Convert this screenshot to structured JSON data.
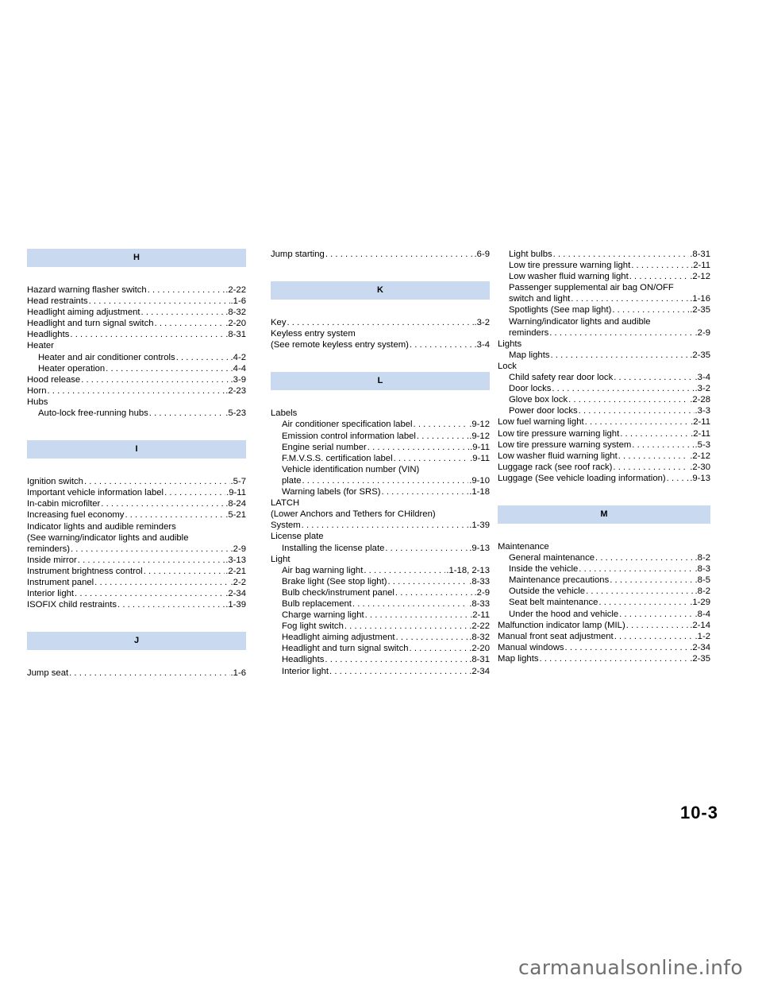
{
  "page_number": "10-3",
  "watermark": "carmanualsonline.info",
  "columns": [
    [
      {
        "type": "letter",
        "text": "H"
      },
      {
        "type": "entry",
        "text": "Hazard warning flasher switch",
        "page": ".2-22"
      },
      {
        "type": "entry",
        "text": "Head restraints",
        "page": ".1-6"
      },
      {
        "type": "entry",
        "text": "Headlight aiming adjustment",
        "page": ".8-32"
      },
      {
        "type": "entry",
        "text": "Headlight and turn signal switch",
        "page": ".2-20"
      },
      {
        "type": "entry",
        "text": "Headlights",
        "page": ".8-31"
      },
      {
        "type": "cont",
        "text": "Heater"
      },
      {
        "type": "entry",
        "text": "Heater and air conditioner controls",
        "page": ".4-2",
        "sub": true
      },
      {
        "type": "entry",
        "text": "Heater operation",
        "page": ".4-4",
        "sub": true
      },
      {
        "type": "entry",
        "text": "Hood release",
        "page": ".3-9"
      },
      {
        "type": "entry",
        "text": "Horn",
        "page": ".2-23"
      },
      {
        "type": "cont",
        "text": "Hubs"
      },
      {
        "type": "entry",
        "text": "Auto-lock free-running hubs",
        "page": ".5-23",
        "sub": true
      },
      {
        "type": "letter",
        "text": "I"
      },
      {
        "type": "entry",
        "text": "Ignition switch",
        "page": ".5-7"
      },
      {
        "type": "entry",
        "text": "Important vehicle information label",
        "page": ".9-11"
      },
      {
        "type": "entry",
        "text": "In-cabin microfilter",
        "page": ".8-24"
      },
      {
        "type": "entry",
        "text": "Increasing fuel economy",
        "page": ".5-21"
      },
      {
        "type": "cont",
        "text": "Indicator lights and audible reminders"
      },
      {
        "type": "cont",
        "text": "(See warning/indicator lights and audible"
      },
      {
        "type": "entry",
        "text": "reminders)",
        "page": ".2-9"
      },
      {
        "type": "entry",
        "text": "Inside mirror",
        "page": ".3-13"
      },
      {
        "type": "entry",
        "text": "Instrument brightness control",
        "page": ".2-21"
      },
      {
        "type": "entry",
        "text": "Instrument panel",
        "page": ".2-2"
      },
      {
        "type": "entry",
        "text": "Interior light",
        "page": ".2-34"
      },
      {
        "type": "entry",
        "text": "ISOFIX child restraints",
        "page": ".1-39"
      },
      {
        "type": "letter",
        "text": "J"
      },
      {
        "type": "entry",
        "text": "Jump seat",
        "page": ".1-6"
      }
    ],
    [
      {
        "type": "entry",
        "text": "Jump starting",
        "page": ".6-9"
      },
      {
        "type": "letter",
        "text": "K"
      },
      {
        "type": "entry",
        "text": "Key",
        "page": ".3-2"
      },
      {
        "type": "cont",
        "text": "Keyless entry system"
      },
      {
        "type": "entry",
        "text": "(See remote keyless entry system)",
        "page": ".3-4"
      },
      {
        "type": "letter",
        "text": "L"
      },
      {
        "type": "cont",
        "text": "Labels"
      },
      {
        "type": "entry",
        "text": "Air conditioner specification label",
        "page": ".9-12",
        "sub": true
      },
      {
        "type": "entry",
        "text": "Emission control information label",
        "page": ".9-12",
        "sub": true
      },
      {
        "type": "entry",
        "text": "Engine serial number",
        "page": ".9-11",
        "sub": true
      },
      {
        "type": "entry",
        "text": "F.M.V.S.S. certification label",
        "page": ".9-11",
        "sub": true
      },
      {
        "type": "cont",
        "text": "Vehicle identification number (VIN)",
        "sub": true
      },
      {
        "type": "entry",
        "text": "plate",
        "page": ".9-10",
        "sub": true
      },
      {
        "type": "entry",
        "text": "Warning labels (for SRS)",
        "page": ".1-18",
        "sub": true
      },
      {
        "type": "cont",
        "text": "LATCH"
      },
      {
        "type": "cont",
        "text": "(Lower Anchors and Tethers for CHildren)"
      },
      {
        "type": "entry",
        "text": "System",
        "page": ".1-39"
      },
      {
        "type": "cont",
        "text": "License plate"
      },
      {
        "type": "entry",
        "text": "Installing the license plate",
        "page": ".9-13",
        "sub": true
      },
      {
        "type": "cont",
        "text": "Light"
      },
      {
        "type": "entry",
        "text": "Air bag warning light",
        "page": ".1-18, 2-13",
        "sub": true
      },
      {
        "type": "entry",
        "text": "Brake light (See stop light)",
        "page": ".8-33",
        "sub": true
      },
      {
        "type": "entry",
        "text": "Bulb check/instrument panel",
        "page": ".2-9",
        "sub": true
      },
      {
        "type": "entry",
        "text": "Bulb replacement",
        "page": ".8-33",
        "sub": true
      },
      {
        "type": "entry",
        "text": "Charge warning light",
        "page": ".2-11",
        "sub": true
      },
      {
        "type": "entry",
        "text": "Fog light switch",
        "page": ".2-22",
        "sub": true
      },
      {
        "type": "entry",
        "text": "Headlight aiming adjustment",
        "page": ".8-32",
        "sub": true
      },
      {
        "type": "entry",
        "text": "Headlight and turn signal switch",
        "page": ".2-20",
        "sub": true
      },
      {
        "type": "entry",
        "text": "Headlights",
        "page": ".8-31",
        "sub": true
      },
      {
        "type": "entry",
        "text": "Interior light",
        "page": ".2-34",
        "sub": true
      }
    ],
    [
      {
        "type": "entry",
        "text": "Light bulbs",
        "page": ".8-31",
        "sub": true
      },
      {
        "type": "entry",
        "text": "Low tire pressure warning light",
        "page": ".2-11",
        "sub": true
      },
      {
        "type": "entry",
        "text": "Low washer fluid warning light",
        "page": ".2-12",
        "sub": true
      },
      {
        "type": "cont",
        "text": "Passenger supplemental air bag ON/OFF",
        "sub": true
      },
      {
        "type": "entry",
        "text": "switch and light",
        "page": ".1-16",
        "sub": true
      },
      {
        "type": "entry",
        "text": "Spotlights (See map light)",
        "page": ".2-35",
        "sub": true
      },
      {
        "type": "cont",
        "text": "Warning/indicator lights and audible",
        "sub": true
      },
      {
        "type": "entry",
        "text": "reminders",
        "page": ".2-9",
        "sub": true
      },
      {
        "type": "cont",
        "text": "Lights"
      },
      {
        "type": "entry",
        "text": "Map lights",
        "page": ".2-35",
        "sub": true
      },
      {
        "type": "cont",
        "text": "Lock"
      },
      {
        "type": "entry",
        "text": "Child safety rear door lock",
        "page": ".3-4",
        "sub": true
      },
      {
        "type": "entry",
        "text": "Door locks",
        "page": ".3-2",
        "sub": true
      },
      {
        "type": "entry",
        "text": "Glove box lock",
        "page": ".2-28",
        "sub": true
      },
      {
        "type": "entry",
        "text": "Power door locks",
        "page": ".3-3",
        "sub": true
      },
      {
        "type": "entry",
        "text": "Low fuel warning light",
        "page": ".2-11"
      },
      {
        "type": "entry",
        "text": "Low tire pressure warning light",
        "page": ".2-11"
      },
      {
        "type": "entry",
        "text": "Low tire pressure warning system",
        "page": ".5-3"
      },
      {
        "type": "entry",
        "text": "Low washer fluid warning light",
        "page": ".2-12"
      },
      {
        "type": "entry",
        "text": "Luggage rack (see roof rack)",
        "page": ".2-30"
      },
      {
        "type": "entry",
        "text": "Luggage (See vehicle loading information)",
        "page": ".9-13"
      },
      {
        "type": "letter",
        "text": "M"
      },
      {
        "type": "cont",
        "text": "Maintenance"
      },
      {
        "type": "entry",
        "text": "General maintenance",
        "page": ".8-2",
        "sub": true
      },
      {
        "type": "entry",
        "text": "Inside the vehicle",
        "page": ".8-3",
        "sub": true
      },
      {
        "type": "entry",
        "text": "Maintenance precautions",
        "page": ".8-5",
        "sub": true
      },
      {
        "type": "entry",
        "text": "Outside the vehicle",
        "page": ".8-2",
        "sub": true
      },
      {
        "type": "entry",
        "text": "Seat belt maintenance",
        "page": ".1-29",
        "sub": true
      },
      {
        "type": "entry",
        "text": "Under the hood and vehicle",
        "page": ".8-4",
        "sub": true
      },
      {
        "type": "entry",
        "text": "Malfunction indicator lamp (MIL)",
        "page": ".2-14"
      },
      {
        "type": "entry",
        "text": "Manual front seat adjustment",
        "page": ".1-2"
      },
      {
        "type": "entry",
        "text": "Manual windows",
        "page": ".2-34"
      },
      {
        "type": "entry",
        "text": "Map lights",
        "page": ".2-35"
      }
    ]
  ]
}
